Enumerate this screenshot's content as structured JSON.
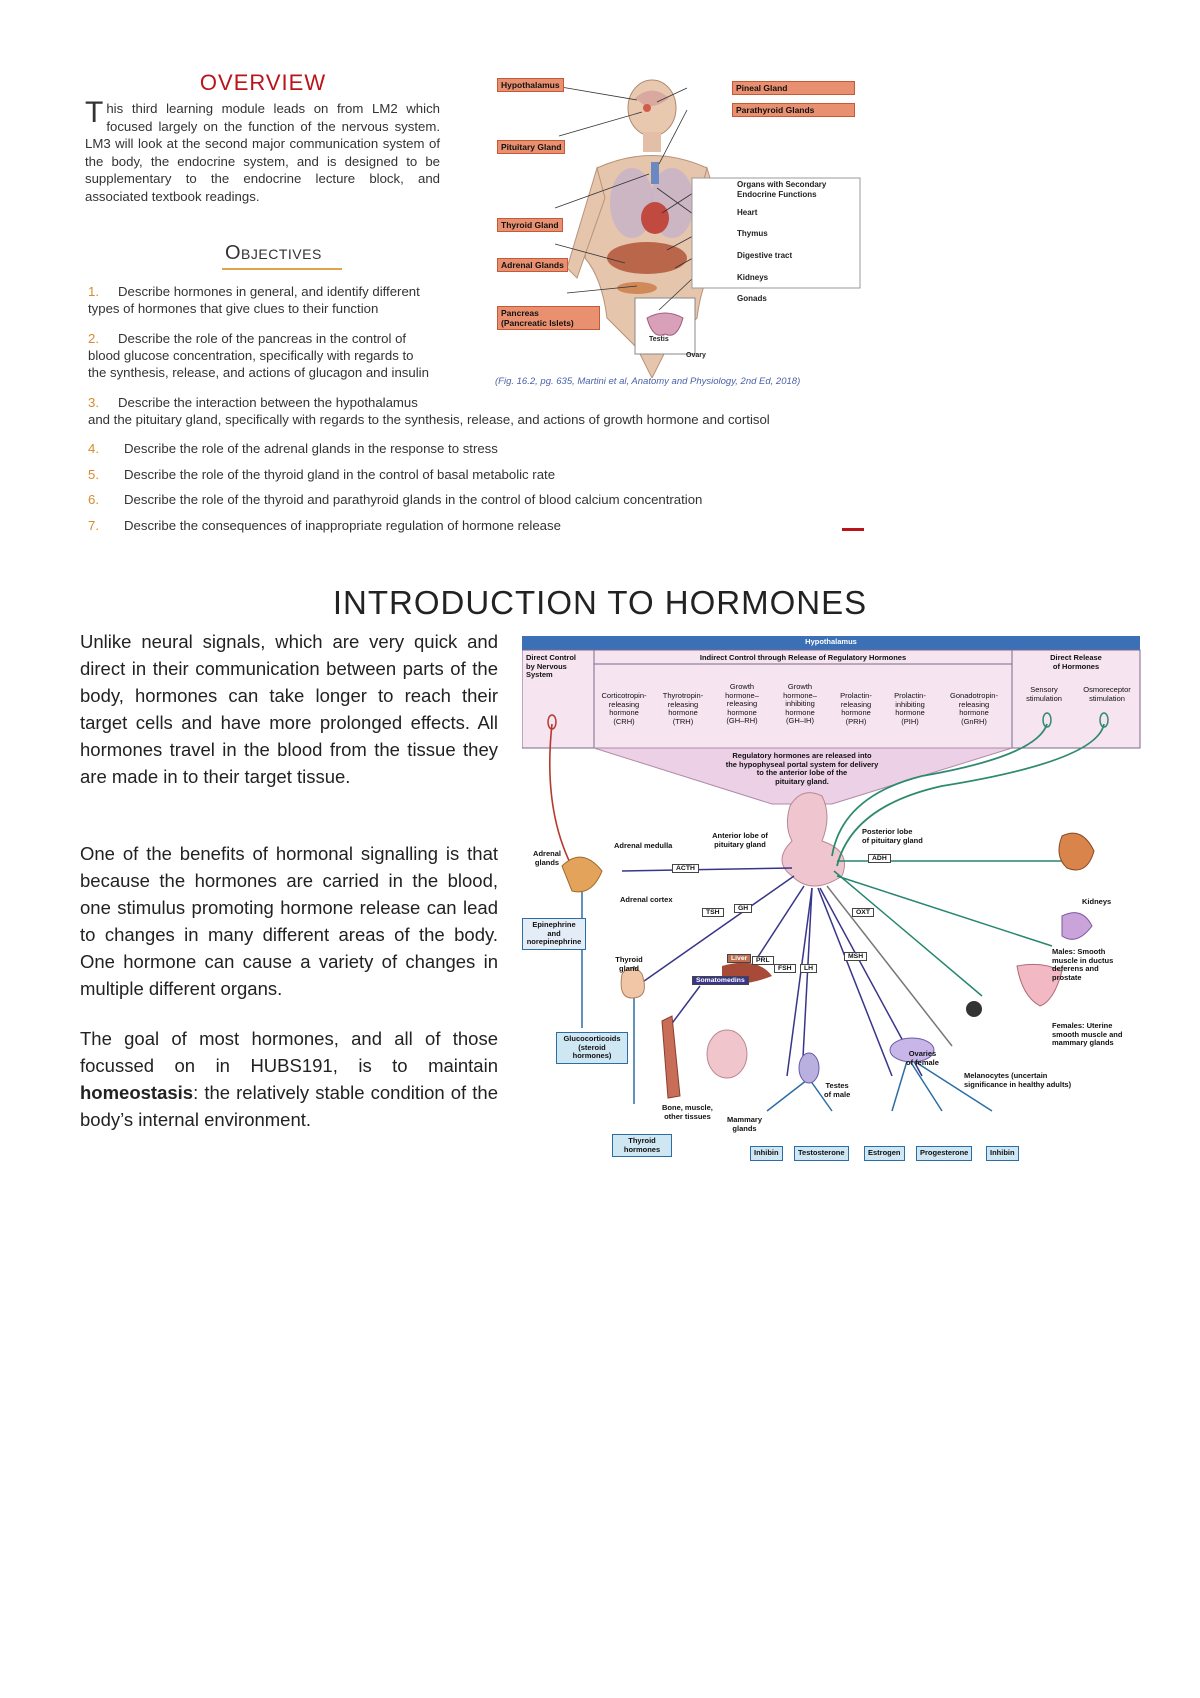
{
  "overview": {
    "title": "OVERVIEW",
    "dropcap": "T",
    "text": "his third learning module leads on from LM2 which focused largely on the function of the nervous system. LM3 will look at the second major communication system of the body, the endocrine system, and is designed to be supplementary to the endocrine lecture block, and associated textbook readings."
  },
  "objectives": {
    "title": "Objectives",
    "items": [
      {
        "num": "1.",
        "lines": [
          "Describe hormones in general, and identify different",
          "types of hormones that give clues to their function"
        ]
      },
      {
        "num": "2.",
        "lines": [
          "Describe the role of the pancreas in the control of",
          "blood glucose concentration, specifically with regards to",
          "the synthesis, release, and actions of glucagon and insulin"
        ]
      },
      {
        "num": "3.",
        "lines": [
          "Describe the interaction between the hypothalamus",
          "and the pituitary gland, specifically with regards to the synthesis, release, and actions of growth hormone and cortisol"
        ]
      },
      {
        "num": "4.",
        "lines": [
          "Describe the role of the adrenal glands in the response to stress"
        ]
      },
      {
        "num": "5.",
        "lines": [
          "Describe the role of the thyroid gland in the control of basal metabolic rate"
        ]
      },
      {
        "num": "6.",
        "lines": [
          "Describe the role of the thyroid and parathyroid glands in the control of blood calcium concentration"
        ]
      },
      {
        "num": "7.",
        "lines": [
          "Describe the consequences of inappropriate regulation of hormone release"
        ]
      }
    ]
  },
  "figure1": {
    "labels_left": [
      "Hypothalamus",
      "Pituitary Gland",
      "Thyroid Gland",
      "Adrenal Glands",
      "Pancreas",
      "(Pancreatic Islets)"
    ],
    "labels_right": [
      "Pineal Gland",
      "Parathyroid Glands"
    ],
    "secondary_header": [
      "Organs with Secondary",
      "Endocrine Functions"
    ],
    "secondary_items": [
      "Heart",
      "Thymus",
      "Digestive tract",
      "Kidneys",
      "Gonads"
    ],
    "testis": "Testis",
    "ovary": "Ovary",
    "caption": "(Fig. 16.2, pg. 635, Martini et al, Anatomy and Physiology, 2nd Ed, 2018)"
  },
  "intro": {
    "title": "INTRODUCTION TO HORMONES",
    "p1": "Unlike neural signals, which are very quick and direct in their communication between parts of the body, hormones can take longer to reach their target cells and have more prolonged effects. All hormones travel in the blood from the tissue they are made in to their target tissue.",
    "p2": "One of the benefits of hormonal signalling is that because the hormones are carried in the blood, one stimulus promoting hormone release can lead to changes in many different areas of the body.  One hormone can cause a variety of changes in multiple different organs.",
    "p3_prefix": "The goal of most hormones, and all of those focussed on in HUBS191, is to maintain ",
    "p3_bold": "homeostasis",
    "p3_suffix": ": the relatively stable condition of the body’s internal environment."
  },
  "figure2": {
    "header": "Hypothalamus",
    "col1": [
      "Direct Control",
      "by Nervous",
      "System"
    ],
    "col2": "Indirect Control through Release of Regulatory Hormones",
    "col3": [
      "Direct Release",
      "of Hormones"
    ],
    "reg_hormones": [
      [
        "Corticotropin-",
        "releasing",
        "hormone",
        "(CRH)"
      ],
      [
        "Thyrotropin-",
        "releasing",
        "hormone",
        "(TRH)"
      ],
      [
        "Growth",
        "hormone–",
        "releasing",
        "hormone",
        "(GH–RH)"
      ],
      [
        "Growth",
        "hormone–",
        "inhibiting",
        "hormone",
        "(GH–IH)"
      ],
      [
        "Prolactin-",
        "releasing",
        "hormone",
        "(PRH)"
      ],
      [
        "Prolactin-",
        "inhibiting",
        "hormone",
        "(PIH)"
      ],
      [
        "Gonadotropin-",
        "releasing",
        "hormone",
        "(GnRH)"
      ]
    ],
    "stimulation": [
      "Sensory",
      "stimulation",
      "Osmoreceptor",
      "stimulation"
    ],
    "portal_note": [
      "Regulatory hormones are released into",
      "the hypophyseal portal system for delivery",
      "to the anterior lobe of the",
      "pituitary gland."
    ],
    "anterior": [
      "Anterior lobe of",
      "pituitary gland"
    ],
    "posterior": [
      "Posterior lobe",
      "of pituitary gland"
    ],
    "adrenal_medulla": "Adrenal medulla",
    "adrenal_glands": [
      "Adrenal",
      "glands"
    ],
    "adrenal_cortex": "Adrenal cortex",
    "epinephrine": [
      "Epinephrine",
      "and",
      "norepinephrine"
    ],
    "thyroid_gland": [
      "Thyroid",
      "gland"
    ],
    "liver": "Liver",
    "somatomedins": "Somatomedins",
    "tags": [
      "ACTH",
      "TSH",
      "GH",
      "PRL",
      "FSH",
      "LH",
      "MSH",
      "ADH",
      "OXT"
    ],
    "kidneys": "Kidneys",
    "males": [
      "Males: Smooth",
      "muscle in ductus",
      "deferens and",
      "prostate"
    ],
    "females": [
      "Females: Uterine",
      "smooth muscle and",
      "mammary glands"
    ],
    "melanocytes": [
      "Melanocytes (uncertain",
      "significance in healthy adults)"
    ],
    "ovaries": [
      "Ovaries",
      "of female"
    ],
    "testes": [
      "Testes",
      "of male"
    ],
    "bone": [
      "Bone, muscle,",
      "other tissues"
    ],
    "mammary": [
      "Mammary",
      "glands"
    ],
    "glucocorticoids": [
      "Glucocorticoids",
      "(steroid",
      "hormones)"
    ],
    "thyroid_hormones": [
      "Thyroid",
      "hormones"
    ],
    "bottom_boxes": [
      "Inhibin",
      "Testosterone",
      "Estrogen",
      "Progesterone",
      "Inhibin"
    ]
  }
}
